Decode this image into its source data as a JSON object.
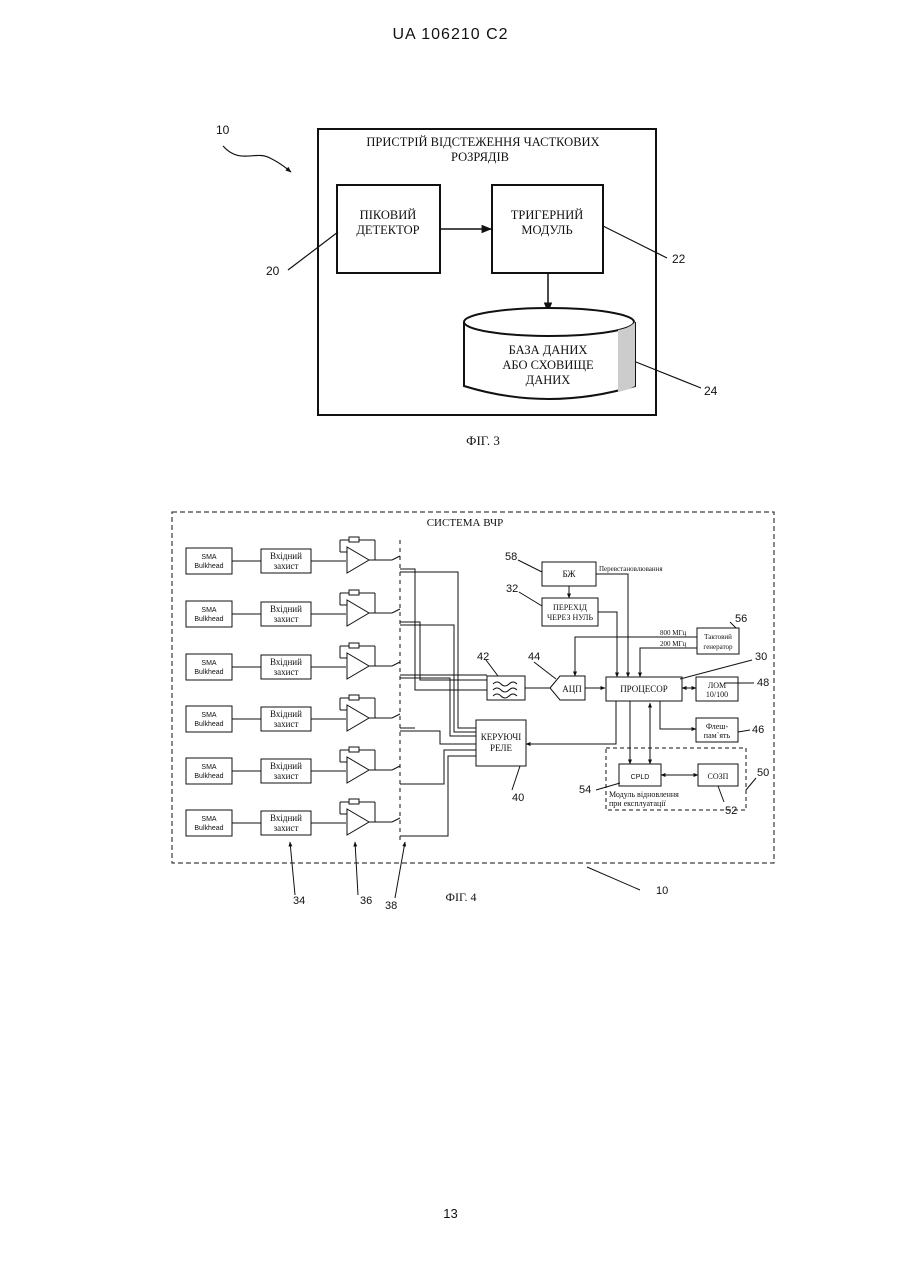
{
  "header": {
    "patent_number": "UA   106210   C2"
  },
  "fig3": {
    "device_title_line1": "ПРИСТРІЙ ВІДСТЕЖЕННЯ ЧАСТКОВИХ",
    "device_title_line2": "РОЗРЯДІВ",
    "peak_detector_line1": "ПІКОВИЙ",
    "peak_detector_line2": "ДЕТЕКТОР",
    "trigger_line1": "ТРИГЕРНИЙ",
    "trigger_line2": "МОДУЛЬ",
    "db_line1": "БАЗА ДАНИХ",
    "db_line2": "АБО СХОВИЩЕ",
    "db_line3": "ДАНИХ",
    "ref_10": "10",
    "ref_20": "20",
    "ref_22": "22",
    "ref_24": "24",
    "caption": "ФІГ. 3"
  },
  "fig4": {
    "system_title": "СИСТЕМА ВЧР",
    "sma_line1": "SMA",
    "sma_line2": "Bulkhead",
    "protect_line1": "Вхідний",
    "protect_line2": "захист",
    "bzh": "БЖ",
    "reset_label": "Перевстановлювання",
    "zero_line1": "ПЕРЕХІД",
    "zero_line2": "ЧЕРЕЗ НУЛЬ",
    "freq_800": "800 МГц",
    "freq_200": "200 МГц",
    "clock_line1": "Тактовий",
    "clock_line2": "генератор",
    "adc": "АЦП",
    "processor": "ПРОЦЕСОР",
    "lom_line1": "ЛОМ",
    "lom_line2": "10/100",
    "relay_line1": "КЕРУЮЧІ",
    "relay_line2": "РЕЛЕ",
    "flash_line1": "Флеш-",
    "flash_line2": "пам`ять",
    "cpld": "CPLD",
    "sozp": "СОЗП",
    "module_line1": "Модуль відновлення",
    "module_line2": "при експлуатації",
    "ref_58": "58",
    "ref_32": "32",
    "ref_56": "56",
    "ref_30": "30",
    "ref_42": "42",
    "ref_44": "44",
    "ref_48": "48",
    "ref_46": "46",
    "ref_40": "40",
    "ref_54": "54",
    "ref_50": "50",
    "ref_52": "52",
    "ref_34": "34",
    "ref_36": "36",
    "ref_38": "38",
    "ref_10": "10",
    "caption": "ФІГ. 4"
  },
  "page_number": "13"
}
